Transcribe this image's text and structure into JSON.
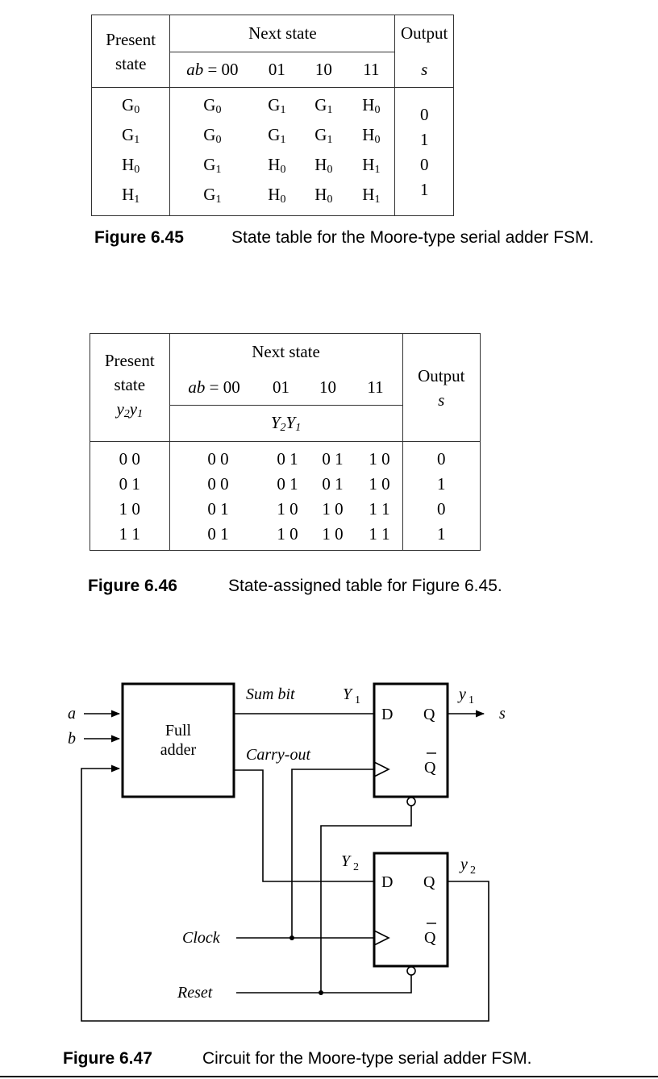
{
  "fig45": {
    "hdr_present_1": "Present",
    "hdr_present_2": "state",
    "hdr_next": "Next state",
    "hdr_output": "Output",
    "col_ab": "ab = 00",
    "col_01": "01",
    "col_10": "10",
    "col_11": "11",
    "col_s": "s",
    "present": [
      "G0",
      "G1",
      "H0",
      "H1"
    ],
    "next": [
      [
        "G0",
        "G1",
        "G1",
        "H0"
      ],
      [
        "G0",
        "G1",
        "G1",
        "H0"
      ],
      [
        "G1",
        "H0",
        "H0",
        "H1"
      ],
      [
        "G1",
        "H0",
        "H0",
        "H1"
      ]
    ],
    "output": [
      "0",
      "1",
      "0",
      "1"
    ],
    "caption_label": "Figure 6.45",
    "caption_text": "State table for the Moore-type serial adder FSM."
  },
  "fig46": {
    "hdr_present_1": "Present",
    "hdr_present_2": "state",
    "hdr_present_3": "y2y1",
    "hdr_next": "Next state",
    "hdr_output": "Output",
    "col_ab": "ab = 00",
    "col_01": "01",
    "col_10": "10",
    "col_11": "11",
    "sub_Y": "Y2Y1",
    "col_s": "s",
    "present": [
      "0 0",
      "0 1",
      "1 0",
      "1 1"
    ],
    "next": [
      [
        "0 0",
        "0 1",
        "0 1",
        "1 0"
      ],
      [
        "0 0",
        "0 1",
        "0 1",
        "1 0"
      ],
      [
        "0 1",
        "1 0",
        "1 0",
        "1 1"
      ],
      [
        "0 1",
        "1 0",
        "1 0",
        "1 1"
      ]
    ],
    "output": [
      "0",
      "1",
      "0",
      "1"
    ],
    "caption_label": "Figure 6.46",
    "caption_text": "State-assigned table for Figure 6.45."
  },
  "fig47": {
    "input_a": "a",
    "input_b": "b",
    "full_adder_1": "Full",
    "full_adder_2": "adder",
    "sum_bit": "Sum bit",
    "carry_out": "Carry-out",
    "Y1_main": "Y",
    "Y1_sub": "1",
    "Y2_main": "Y",
    "Y2_sub": "2",
    "y1_main": "y",
    "y1_sub": "1",
    "y2_main": "y",
    "y2_sub": "2",
    "out_s": "s",
    "ff_D": "D",
    "ff_Q": "Q",
    "ff_Qbar": "Q",
    "clock": "Clock",
    "reset": "Reset",
    "caption_label": "Figure 6.47",
    "caption_text": "Circuit for the Moore-type serial adder FSM."
  }
}
